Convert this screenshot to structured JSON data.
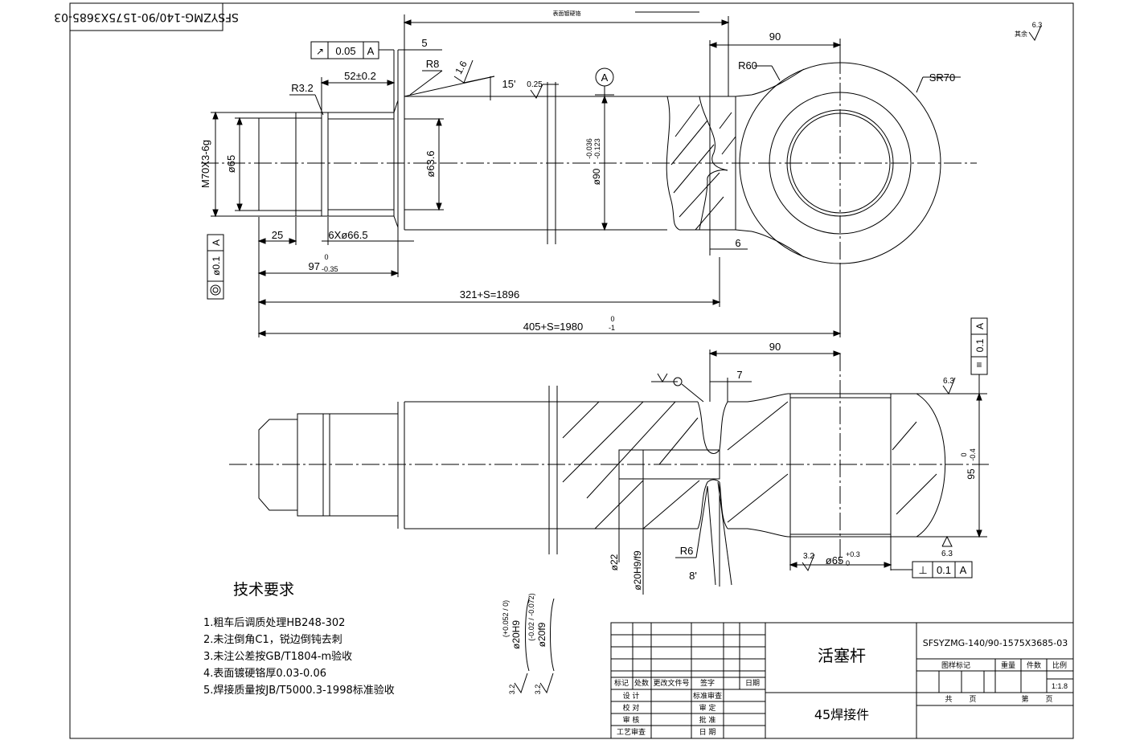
{
  "corner_code": "SFSYZMG-140/90-1575X3685-03",
  "top_view": {
    "plating_label": "表面镀硬铬",
    "runout": {
      "symbol": "↗",
      "value": "0.05",
      "datum": "A"
    },
    "dim_5": "5",
    "r8": "R8",
    "r3_2": "R3.2",
    "dim_52": "52±0.2",
    "rough_1_6": "1.6",
    "angle_15": "15'",
    "rough_0_25": "0.25",
    "datum_A": "A",
    "dim_90": "90",
    "r60": "R60",
    "sr70": "SR70",
    "thread": "M70X3-6g",
    "d65": "ø65",
    "d63_6": "ø63.6",
    "d90_base": "ø90",
    "d90_upper": "-0.036",
    "d90_lower": "-0.123",
    "dim_25": "25",
    "groove": "6Xø66.5",
    "dim_6": "6",
    "dim_97": "97",
    "dim_97_upper": "0",
    "dim_97_lower": "-0.35",
    "coax_value": "ø0.1",
    "coax_datum": "A",
    "dim_321": "321+S=1896",
    "dim_405": "405+S=1980",
    "dim_405_upper": "0",
    "dim_405_lower": "-1"
  },
  "bottom_view": {
    "dim_90": "90",
    "dim_7": "7",
    "sym_value": "0.1",
    "sym_datum": "A",
    "rough_6_3a": "6.3",
    "rough_6_3b": "6.3",
    "d95": "95",
    "d95_upper": "0",
    "d95_lower": "-0.4",
    "d22": "ø22",
    "d20h9f9": "ø20H9/f9",
    "r6": "R6",
    "angle_8": "8'",
    "rough_3_2": "3.2",
    "d65": "ø65",
    "d65_upper": "+0.3",
    "d65_lower": "0",
    "perp_value": "0.1",
    "perp_datum": "A"
  },
  "fit_notes": {
    "h9": "ø20H9",
    "h9_tol": "(+0.052 / 0)",
    "f9": "ø20f9",
    "f9_tol": "(-0.02 / -0.072)",
    "rough_a": "3.2",
    "rough_b": "3.2"
  },
  "general_roughness": {
    "label": "其余",
    "value": "6.3"
  },
  "tech_requirements": {
    "title": "技术要求",
    "items": [
      "1.粗车后调质处理HB248-302",
      "2.未注倒角C1，锐边倒钝去刺",
      "3.未注公差按GB/T1804-m验收",
      "4.表面镀硬铬厚0.03-0.06",
      "5.焊接质量按JB/T5000.3-1998标准验收"
    ]
  },
  "title_block": {
    "part_name": "活塞杆",
    "material": "45焊接件",
    "drawing_no": "SFSYZMG-140/90-1575X3685-03",
    "header_labels": [
      "标记",
      "处数",
      "更改文件号",
      "签字",
      "日期"
    ],
    "sign_rows": [
      {
        "left": "设 计",
        "right": "标准审查"
      },
      {
        "left": "校 对",
        "right": "审 定"
      },
      {
        "left": "审 核",
        "right": "批 准"
      },
      {
        "left": "工艺审查",
        "right": "日 期"
      }
    ],
    "stage_label": "图样标记",
    "weight_label": "重量",
    "qty_label": "件数",
    "scale_label": "比例",
    "scale_value": "1:1.8",
    "sheets_total": "共",
    "sheets_label_a": "页",
    "sheet_no": "第",
    "sheets_label_b": "页"
  }
}
